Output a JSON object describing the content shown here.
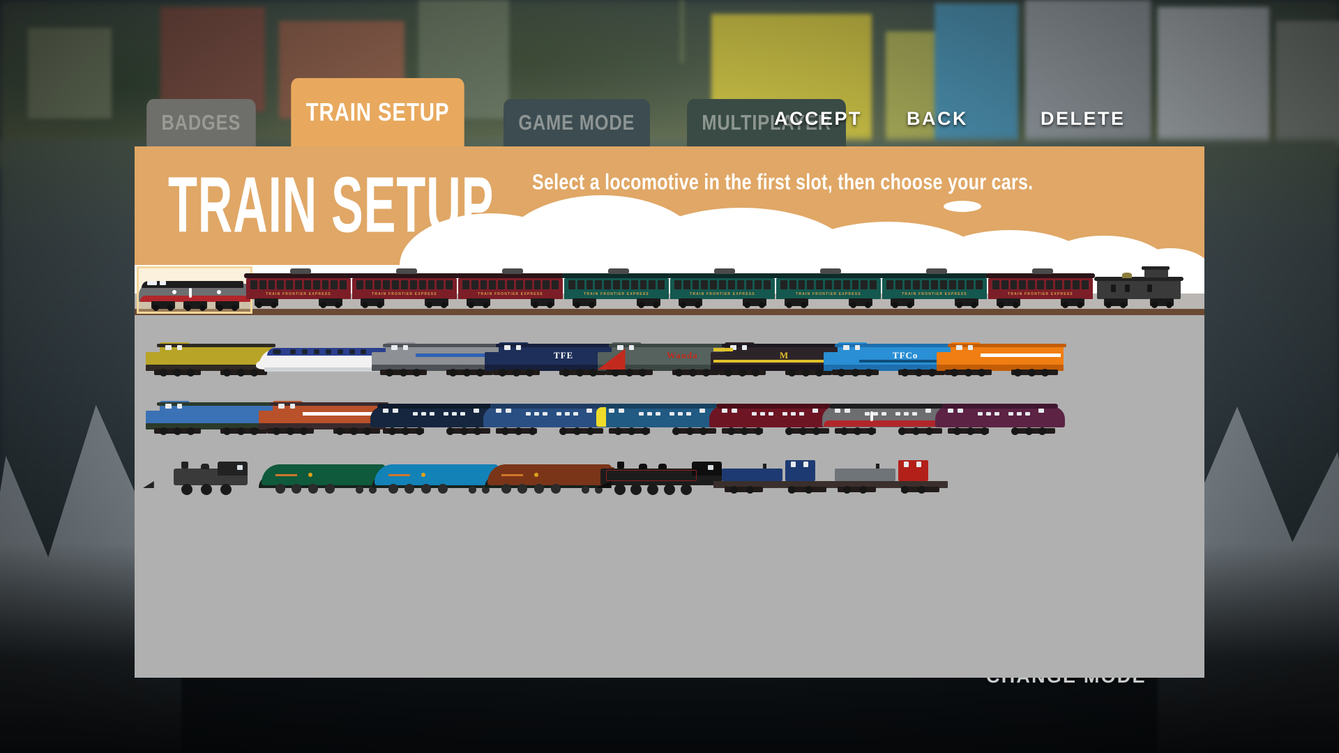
{
  "background": {
    "change_mode_label": "CHANGE MODE"
  },
  "tabs": [
    {
      "id": "badges",
      "label": "BADGES",
      "active": false
    },
    {
      "id": "train-setup",
      "label": "TRAIN SETUP",
      "active": true
    },
    {
      "id": "game-mode",
      "label": "GAME MODE",
      "active": false
    },
    {
      "id": "multiplayer",
      "label": "MULTIPLAYER",
      "active": false
    }
  ],
  "top_actions": [
    {
      "id": "accept",
      "label": "ACCEPT"
    },
    {
      "id": "back",
      "label": "BACK"
    },
    {
      "id": "delete",
      "label": "DELETE"
    }
  ],
  "panel": {
    "title": "TRAIN SETUP",
    "subtitle": "Select a locomotive in the first slot, then choose your cars.",
    "header_color": "#e0a766",
    "body_color": "#b0b0b0"
  },
  "train_consist": {
    "car_livery_text": "TRAIN FRONTIER EXPRESS",
    "slots": [
      {
        "index": 0,
        "type": "locomotive",
        "name": "grey-red-streamlined-diesel",
        "selected": true,
        "body": "#6d6e70",
        "accent": "#b1262b",
        "roof": "#1d1d1f",
        "width": 152
      },
      {
        "index": 1,
        "type": "passenger-car",
        "name": "maroon-coach",
        "selected": false,
        "body": "#7c1e28",
        "roof": "#2a1418",
        "width": 150
      },
      {
        "index": 2,
        "type": "passenger-car",
        "name": "maroon-coach",
        "selected": false,
        "body": "#7c1e28",
        "roof": "#2a1418",
        "width": 150
      },
      {
        "index": 3,
        "type": "passenger-car",
        "name": "maroon-coach",
        "selected": false,
        "body": "#7c1e28",
        "roof": "#2a1418",
        "width": 150
      },
      {
        "index": 4,
        "type": "passenger-car",
        "name": "green-coach",
        "selected": false,
        "body": "#14584f",
        "roof": "#0c2a28",
        "width": 150
      },
      {
        "index": 5,
        "type": "passenger-car",
        "name": "green-coach",
        "selected": false,
        "body": "#14584f",
        "roof": "#0c2a28",
        "width": 150
      },
      {
        "index": 6,
        "type": "passenger-car",
        "name": "green-coach",
        "selected": false,
        "body": "#14584f",
        "roof": "#0c2a28",
        "width": 150
      },
      {
        "index": 7,
        "type": "passenger-car",
        "name": "green-coach",
        "selected": false,
        "body": "#14584f",
        "roof": "#0c2a28",
        "width": 150
      },
      {
        "index": 8,
        "type": "passenger-car",
        "name": "maroon-coach",
        "selected": false,
        "body": "#7c1e28",
        "roof": "#2a1418",
        "width": 150
      },
      {
        "index": 9,
        "type": "caboose",
        "name": "black-caboose",
        "selected": false,
        "body": "#3a3a3a",
        "roof": "#222222",
        "width": 128
      }
    ]
  },
  "locomotive_grid": {
    "columns": 8,
    "rows": [
      {
        "row": 1,
        "items": [
          {
            "id": "loco-r1c1",
            "name": "yellow-black-road-switcher",
            "kind": "diesel",
            "body": "#b8a426",
            "dark": "#2f2a22",
            "accent": "#1f1c18",
            "marking": ""
          },
          {
            "id": "loco-r1c2",
            "name": "white-blue-bullet-train",
            "kind": "bullet",
            "body": "#f2f2f2",
            "dark": "#2b3f8f",
            "accent": "#2b3f8f",
            "marking": ""
          },
          {
            "id": "loco-r1c3",
            "name": "grey-blue-stripe-diesel",
            "kind": "diesel",
            "body": "#8d9094",
            "dark": "#4e5258",
            "accent": "#2f62b4",
            "marking": ""
          },
          {
            "id": "loco-r1c4",
            "name": "navy-tfe-diesel",
            "kind": "diesel",
            "body": "#1e2f59",
            "dark": "#16203d",
            "accent": "#ffffff",
            "marking": "TFE"
          },
          {
            "id": "loco-r1c5",
            "name": "red-grey-snowplow-diesel",
            "kind": "diesel",
            "body": "#55625e",
            "dark": "#3c4744",
            "accent": "#c32a1e",
            "marking": "Wanda"
          },
          {
            "id": "loco-r1c6",
            "name": "black-yellow-monon-diesel",
            "kind": "diesel",
            "body": "#2d2429",
            "dark": "#1d1820",
            "accent": "#e0c12b",
            "marking": "M"
          },
          {
            "id": "loco-r1c7",
            "name": "blue-tfco-diesel",
            "kind": "diesel",
            "body": "#2a8fd4",
            "dark": "#1d6fae",
            "accent": "#ffffff",
            "marking": "TFCo"
          },
          {
            "id": "loco-r1c8",
            "name": "orange-white-stripe-diesel",
            "kind": "diesel",
            "body": "#f07e13",
            "dark": "#c35d06",
            "accent": "#ffffff",
            "marking": ""
          }
        ]
      },
      {
        "row": 2,
        "items": [
          {
            "id": "loco-r2c1",
            "name": "blue-green-road-switcher",
            "kind": "diesel",
            "body": "#3a72b5",
            "dark": "#2c3a2c",
            "accent": "#ffffff",
            "marking": ""
          },
          {
            "id": "loco-r2c2",
            "name": "orange-brown-road-switcher",
            "kind": "diesel",
            "body": "#b9512a",
            "dark": "#3a2a2c",
            "accent": "#ffffff",
            "marking": ""
          },
          {
            "id": "loco-r2c3",
            "name": "navy-cab-unit",
            "kind": "cabunit",
            "body": "#16263f",
            "dark": "#0e1a2c",
            "accent": "#e8eef4",
            "marking": ""
          },
          {
            "id": "loco-r2c4",
            "name": "blue-cab-unit",
            "kind": "cabunit",
            "body": "#2a4f83",
            "dark": "#1e3a62",
            "accent": "#e8eef4",
            "marking": ""
          },
          {
            "id": "loco-r2c5",
            "name": "blue-yellow-end-cab-unit",
            "kind": "cabunit",
            "body": "#215a83",
            "dark": "#17415f",
            "accent": "#eedb2a",
            "marking": ""
          },
          {
            "id": "loco-r2c6",
            "name": "maroon-cab-unit",
            "kind": "cabunit",
            "body": "#6e1524",
            "dark": "#4c0e19",
            "accent": "#e8eef4",
            "marking": ""
          },
          {
            "id": "loco-r2c7",
            "name": "grey-red-streamlined-diesel",
            "kind": "cabunit",
            "body": "#6d6e70",
            "dark": "#1d1d1f",
            "accent": "#b1262b",
            "marking": ""
          },
          {
            "id": "loco-r2c8",
            "name": "purple-streamlined-diesel",
            "kind": "cabunit",
            "body": "#5c2344",
            "dark": "#401630",
            "accent": "#e8e4ea",
            "marking": ""
          }
        ]
      },
      {
        "row": 3,
        "items": [
          {
            "id": "loco-r3c1",
            "name": "black-tank-steam-engine",
            "kind": "steam",
            "body": "#3a3a3a",
            "dark": "#222222",
            "accent": "#b1262b",
            "marking": ""
          },
          {
            "id": "loco-r3c2",
            "name": "green-streamlined-steam",
            "kind": "stream",
            "body": "#0f5a3c",
            "dark": "#09301f",
            "accent": "#e0a11a",
            "marking": ""
          },
          {
            "id": "loco-r3c3",
            "name": "blue-streamlined-steam",
            "kind": "stream",
            "body": "#1282b7",
            "dark": "#0a3c52",
            "accent": "#e0a11a",
            "marking": ""
          },
          {
            "id": "loco-r3c4",
            "name": "brown-streamlined-steam",
            "kind": "stream",
            "body": "#7a3518",
            "dark": "#2b1409",
            "accent": "#e0a11a",
            "marking": ""
          },
          {
            "id": "loco-r3c5",
            "name": "black-steam-locomotive",
            "kind": "steam",
            "body": "#1c1c1c",
            "dark": "#0e0e0e",
            "accent": "#8c1f22",
            "marking": ""
          },
          {
            "id": "loco-r3c6",
            "name": "blue-diesel-switcher",
            "kind": "switch",
            "body": "#1e3a72",
            "dark": "#14274c",
            "accent": "#ffffff",
            "marking": ""
          },
          {
            "id": "loco-r3c7",
            "name": "red-grey-diesel-switcher",
            "kind": "switch",
            "body": "#b32019",
            "dark": "#6e7478",
            "accent": "#ffffff",
            "marking": ""
          }
        ]
      }
    ]
  }
}
